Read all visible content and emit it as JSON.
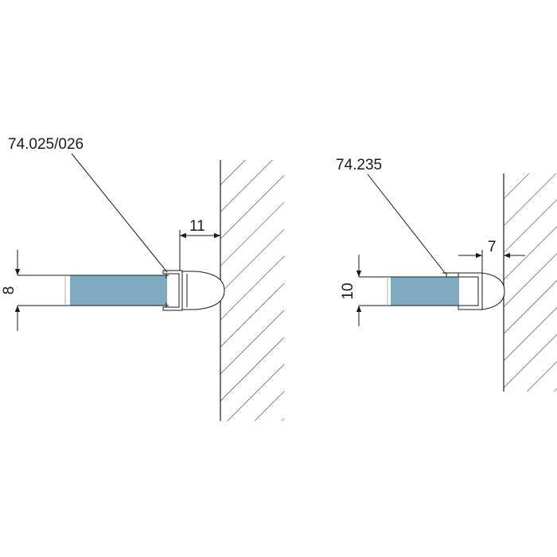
{
  "left_detail": {
    "part_number": "74.025/026",
    "gap_dimension": "11",
    "glass_thickness": "8"
  },
  "right_detail": {
    "part_number": "74.235",
    "gap_dimension": "7",
    "glass_thickness": "10"
  },
  "colors": {
    "glass": "#7faabf",
    "line": "#1a1a1a",
    "profile_fill": "#ffffff"
  }
}
